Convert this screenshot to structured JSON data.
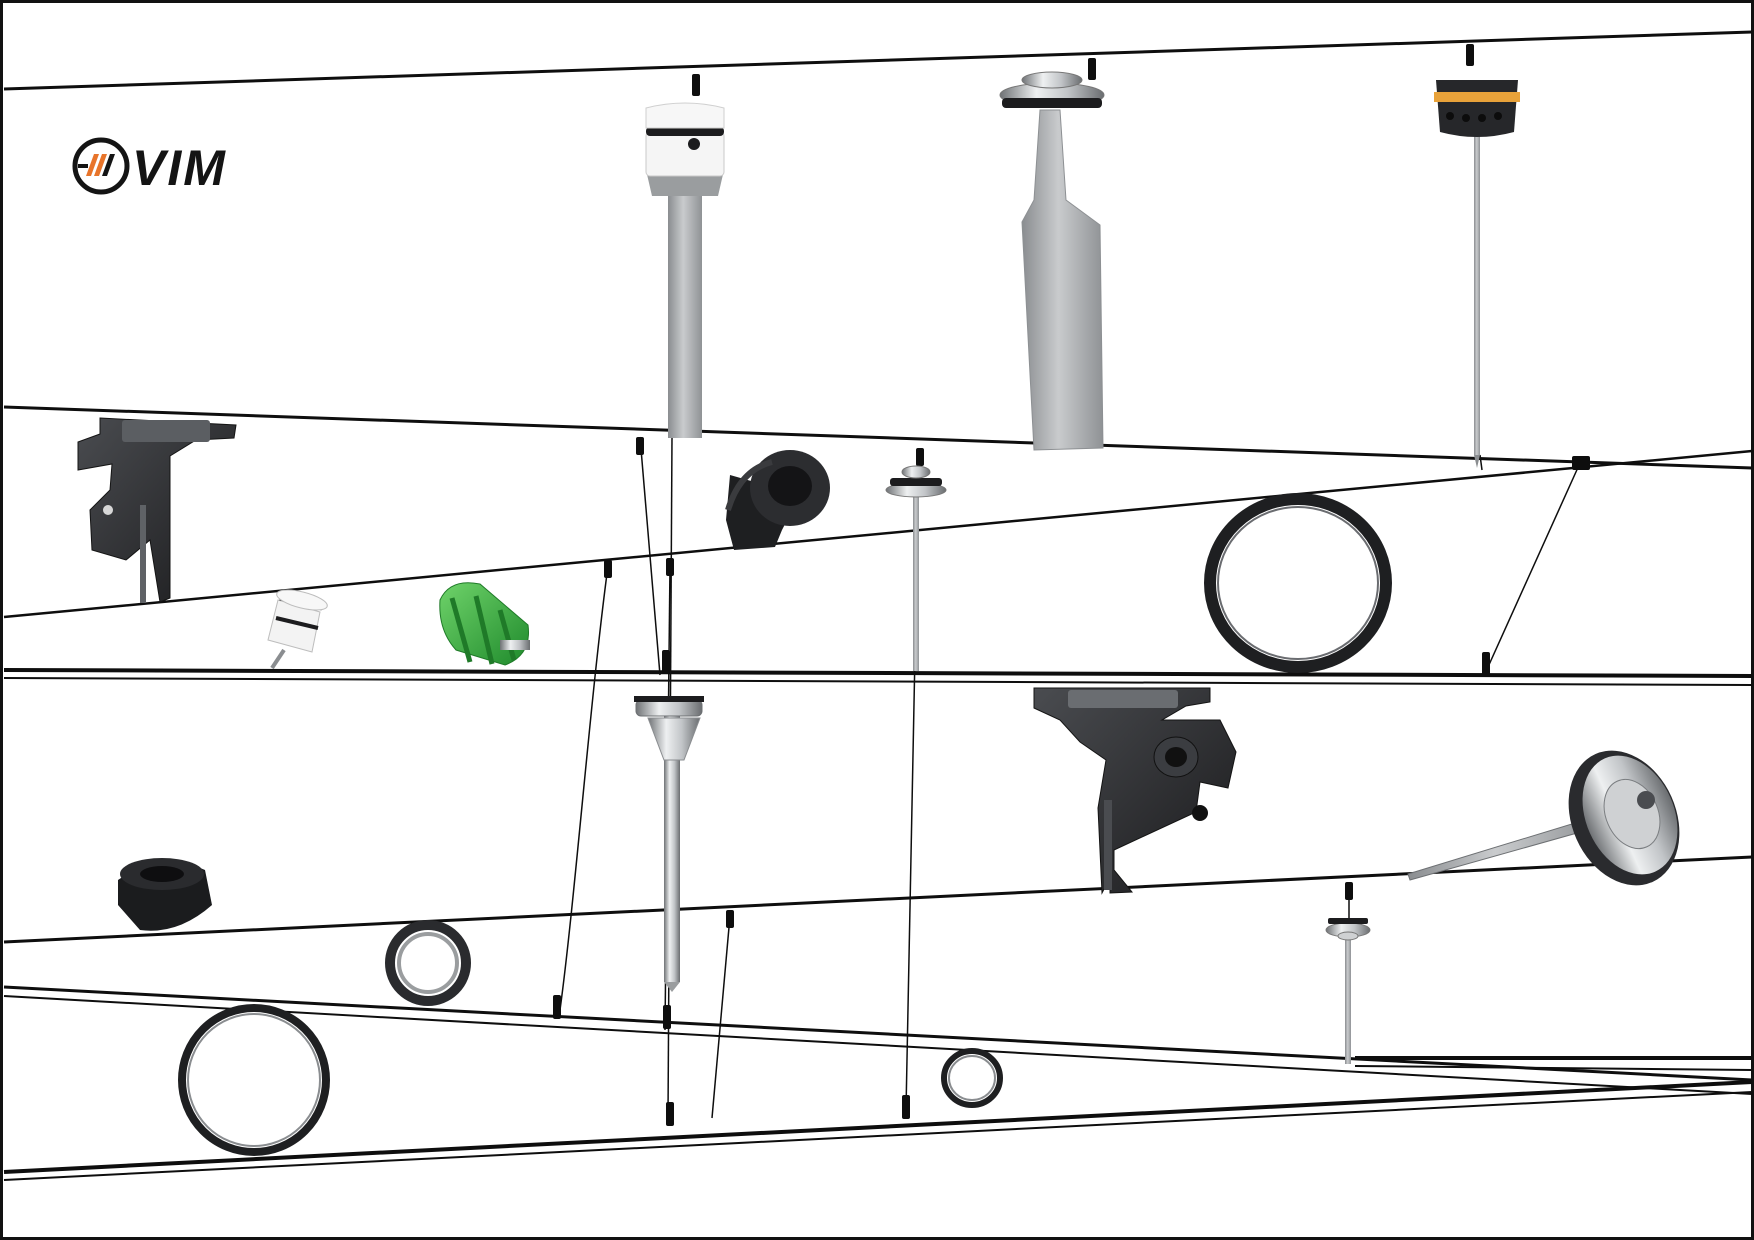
{
  "brand": {
    "name": "VIM",
    "logo_colors": {
      "ring": "#141414",
      "stripe_orange": "#e8742a",
      "stripe_dark": "#141414",
      "text": "#141414"
    }
  },
  "colors": {
    "background": "#ffffff",
    "wire": "#0e0e0e",
    "metal": "#a9acae",
    "metal_dark": "#7d8083",
    "rubber": "#1c1c1e",
    "white_plastic": "#f3f3f3",
    "green_plastic": "#3cb84a",
    "orange_band": "#e8a23a"
  },
  "products": [
    {
      "name": "white-cap-valve-rod",
      "icon": "white-cap-valve-icon"
    },
    {
      "name": "flat-blade-valve-stem",
      "icon": "flat-blade-stem-icon"
    },
    {
      "name": "black-piston-needle",
      "icon": "black-piston-needle-icon"
    },
    {
      "name": "die-cast-bracket",
      "icon": "bracket-icon"
    },
    {
      "name": "rubber-diaphragm-cup",
      "icon": "diaphragm-cup-icon"
    },
    {
      "name": "thin-valve-pin",
      "icon": "thin-pin-icon"
    },
    {
      "name": "large-o-ring",
      "icon": "o-ring-icon"
    },
    {
      "name": "white-valve-core",
      "icon": "valve-core-icon"
    },
    {
      "name": "green-valve-core",
      "icon": "valve-core-green-icon"
    },
    {
      "name": "chrome-valve-needle",
      "icon": "chrome-needle-icon"
    },
    {
      "name": "die-cast-bracket-2",
      "icon": "bracket-icon"
    },
    {
      "name": "pulley-wheel-shaft",
      "icon": "pulley-wheel-icon"
    },
    {
      "name": "rubber-grommet",
      "icon": "grommet-icon"
    },
    {
      "name": "flat-seal-ring",
      "icon": "seal-ring-icon"
    },
    {
      "name": "small-valve-pin",
      "icon": "small-pin-icon"
    },
    {
      "name": "o-ring-medium",
      "icon": "o-ring-icon"
    },
    {
      "name": "o-ring-small",
      "icon": "o-ring-icon"
    }
  ]
}
